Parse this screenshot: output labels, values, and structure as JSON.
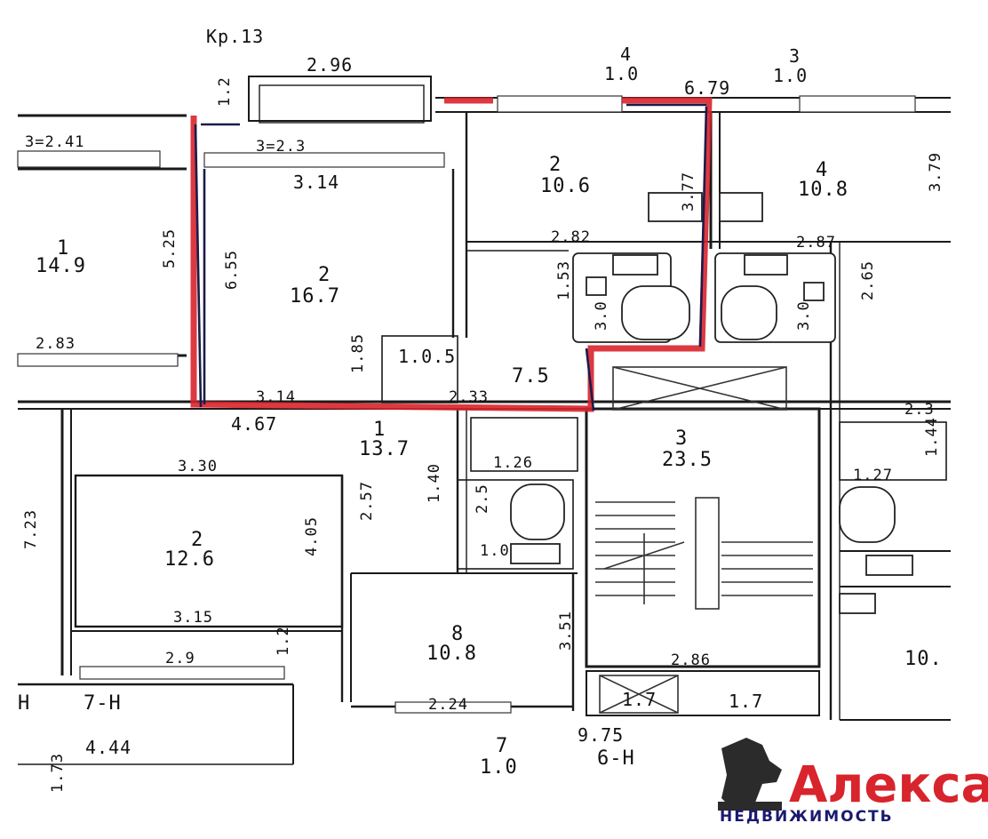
{
  "plan": {
    "header": "Кр.13",
    "labels": {
      "balcony_width": "2.96",
      "balcony_depth": "1.2",
      "room4_top_num": "4",
      "room4_top_area": "1.0",
      "room3_top_num": "3",
      "room3_top_area": "1.0",
      "outer_dim_top": "6.79",
      "window_dim_left": "3=2.41",
      "window_dim_room": "3=2.3",
      "room_width_top": "3.14",
      "room2_num": "2",
      "room2_area": "10.6",
      "room2_dim": "3.77",
      "room4_num": "4",
      "room4_area": "10.8",
      "room4_dim": "3.79",
      "left_room_num": "1",
      "left_room_area": "14.9",
      "left_room_dim": "5.25",
      "main_room_dim": "6.55",
      "main_room_num": "2",
      "main_room_area": "16.7",
      "dim_2_82": "2.82",
      "dim_2_87": "2.87",
      "dim_1_53": "1.53",
      "dim_2_65": "2.65",
      "bath_left_area": "3.0",
      "bath_right_area": "3.0",
      "niche_area": "1.0.5",
      "corridor_area": "7.5",
      "dim_1_85": "1.85",
      "dim_2_83": "2.83",
      "dim_3_14_bottom": "3.14",
      "dim_2_33": "2.33",
      "dim_4_67": "4.67",
      "hall_num": "1",
      "hall_area": "13.7",
      "dim_1_26": "1.26",
      "stair_num": "3",
      "stair_area": "23.5",
      "dim_3_30": "3.30",
      "room_lower_num": "2",
      "room_lower_area": "12.6",
      "dim_4_05": "4.05",
      "dim_2_57": "2.57",
      "dim_1_40": "1.40",
      "small_area_a": "2.5",
      "small_area_b": "1.0",
      "dim_7_23": "7.23",
      "dim_3_15": "3.15",
      "dim_1_2": "1.2",
      "dim_2_9": "2.9",
      "room8_num": "8",
      "room8_area": "10.8",
      "dim_3_51": "3.51",
      "dim_2_24": "2.24",
      "dim_2_86": "2.86",
      "lift_area": "1.7",
      "shaft_area": "1.7",
      "dim_9_75": "9.75",
      "code_6h": "6-H",
      "code_7h": "7-H",
      "code_h": "H",
      "dim_4_44": "4.44",
      "dim_1_73": "1.73",
      "room7_num": "7",
      "room7_area": "1.0",
      "dim_2_3": "2.3",
      "dim_1_44": "1.44",
      "dim_1_27": "1.27",
      "right_area": "10."
    }
  },
  "watermark": {
    "name": "Александр",
    "sub": "НЕДВИЖИМОСТЬ"
  },
  "colors": {
    "highlight": "#d8242c",
    "brand": "#d8242c",
    "line": "#1a1a1a"
  }
}
